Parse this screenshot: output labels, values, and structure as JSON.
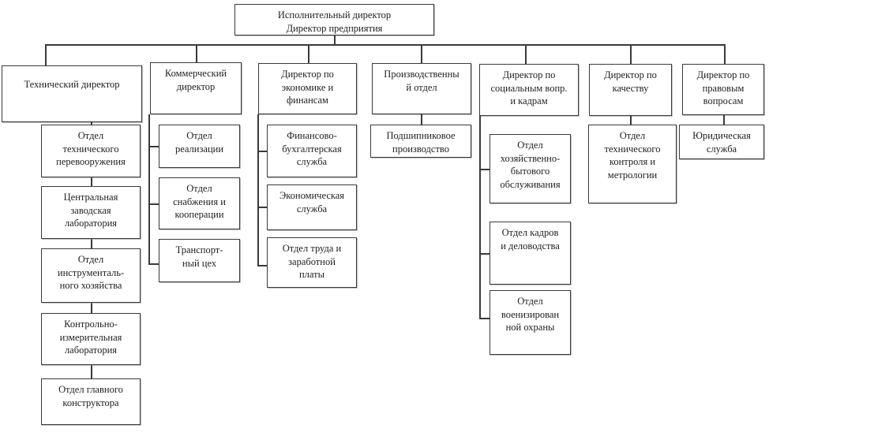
{
  "diagram": {
    "type": "org-chart",
    "root": "Исполнительный директор\nДиректор предприятия",
    "branches": [
      {
        "head": "Технический директор",
        "children": [
          "Отдел\nтехнического\nперевооружения",
          "Центральная\nзаводская\nлаборатория",
          "Отдел\nинструменталь-\nного хозяйства",
          "Контрольно-\nизмерительная\nлаборатория",
          "Отдел главного\nконструктора"
        ]
      },
      {
        "head": "Коммерческий\nдиректор",
        "children": [
          "Отдел\nреализации",
          "Отдел\nснабжения и\nкооперации",
          "Транспорт-\nный цех"
        ]
      },
      {
        "head": "Директор по\nэкономике и\nфинансам",
        "children": [
          "Финансово-\nбухгалтерская\nслужба",
          "Экономическая\nслужба",
          "Отдел труда и\nзаработной\nплаты"
        ]
      },
      {
        "head": "Производственны\nй отдел",
        "children": [
          "Подшипниковое\nпроизводство"
        ]
      },
      {
        "head": "Директор по\nсоциальным вопр.\nи кадрам",
        "children": [
          "Отдел\nхозяйственно-\nбытового\nобслуживания",
          "Отдел кадров\nи деловодства",
          "Отдел\nвоенизирован\nной охраны"
        ]
      },
      {
        "head": "Директор по\nкачеству",
        "children": [
          "Отдел\nтехнического\nконтроля и\nметрологии"
        ]
      },
      {
        "head": "Директор по\nправовым\nвопросам",
        "children": [
          "Юридическая\nслужба"
        ]
      }
    ],
    "colors": {
      "line": "#3a3a3a",
      "text": "#222222",
      "background": "#ffffff",
      "box_fill": "#ffffff"
    }
  }
}
